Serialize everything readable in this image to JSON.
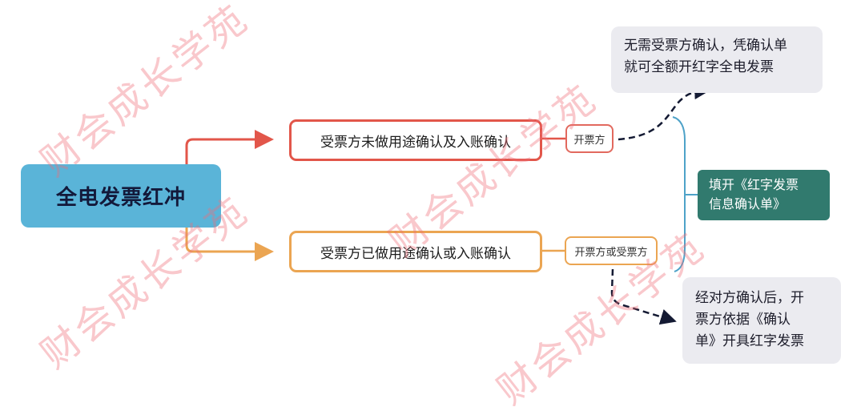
{
  "root": {
    "label": "全电发票红冲",
    "color": "#5ab4d8"
  },
  "branches": [
    {
      "label": "受票方未做用途确认及入账确认",
      "color": "#e2564a",
      "tag": "开票方",
      "note": [
        "无需受票方确认，凭确认单",
        "就可全额开红字全电发票"
      ]
    },
    {
      "label": "受票方已做用途确认或入账确认",
      "color": "#eba552",
      "tag": "开票方或受票方",
      "note": [
        "经对方确认后，开",
        "票方依据《确认",
        "单》开具红字发票"
      ]
    }
  ],
  "summary": {
    "lines": [
      "填开《红字发票",
      "信息确认单》"
    ],
    "color": "#317a6e",
    "bracket_color": "#4ea2c8"
  },
  "watermark": {
    "text": "财会成长学苑",
    "color": "#f06e78"
  }
}
